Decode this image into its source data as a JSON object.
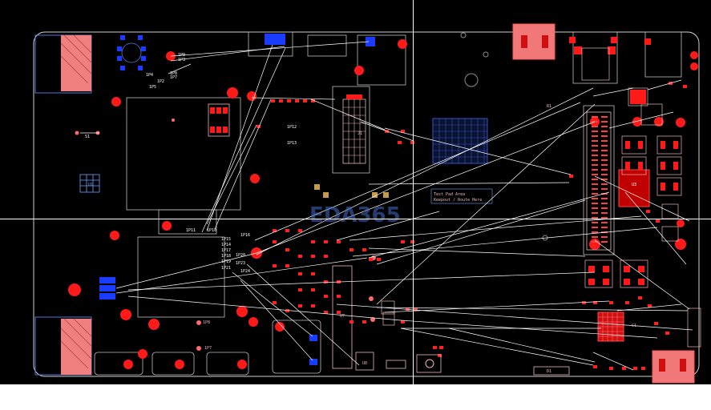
{
  "app": {
    "title": "PCB Layout View"
  },
  "watermark": "EDA365",
  "colors": {
    "background": "#000000",
    "board_outline": "#cfcfcf",
    "pad": "#ff1a1a",
    "pad_light": "#ff6b6b",
    "silk": "#e9b7b7",
    "ratsnest": "#ffffff",
    "blue_part": "#1a3cff",
    "crosshair": "#ffffff"
  },
  "labels": {
    "tp_list": [
      "1P9",
      "1P3",
      "1P4",
      "1P2",
      "1P5",
      "1P8",
      "1P7",
      "1P12",
      "1P13",
      "1P11",
      "1P10",
      "1P16",
      "1P15",
      "1P14",
      "1P17",
      "1P18",
      "1P19",
      "1P20",
      "1P23",
      "1P21",
      "1P24"
    ],
    "s1": "S1",
    "u1": "U1",
    "u7": "U7",
    "u8": "U8",
    "u3": "U3",
    "j1": "J1",
    "r1": "R1",
    "d1": "D1",
    "c1": "C1",
    "tp7": "1P8",
    "tp8": "1P7",
    "note_line1": "Test Pad Area",
    "note_line2": "Keepout / Route Here"
  }
}
